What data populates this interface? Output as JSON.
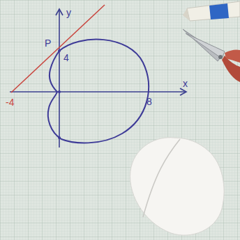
{
  "diagram": {
    "labels": [
      "y",
      "P",
      "4",
      "-4",
      "8",
      "x"
    ]
  }
}
